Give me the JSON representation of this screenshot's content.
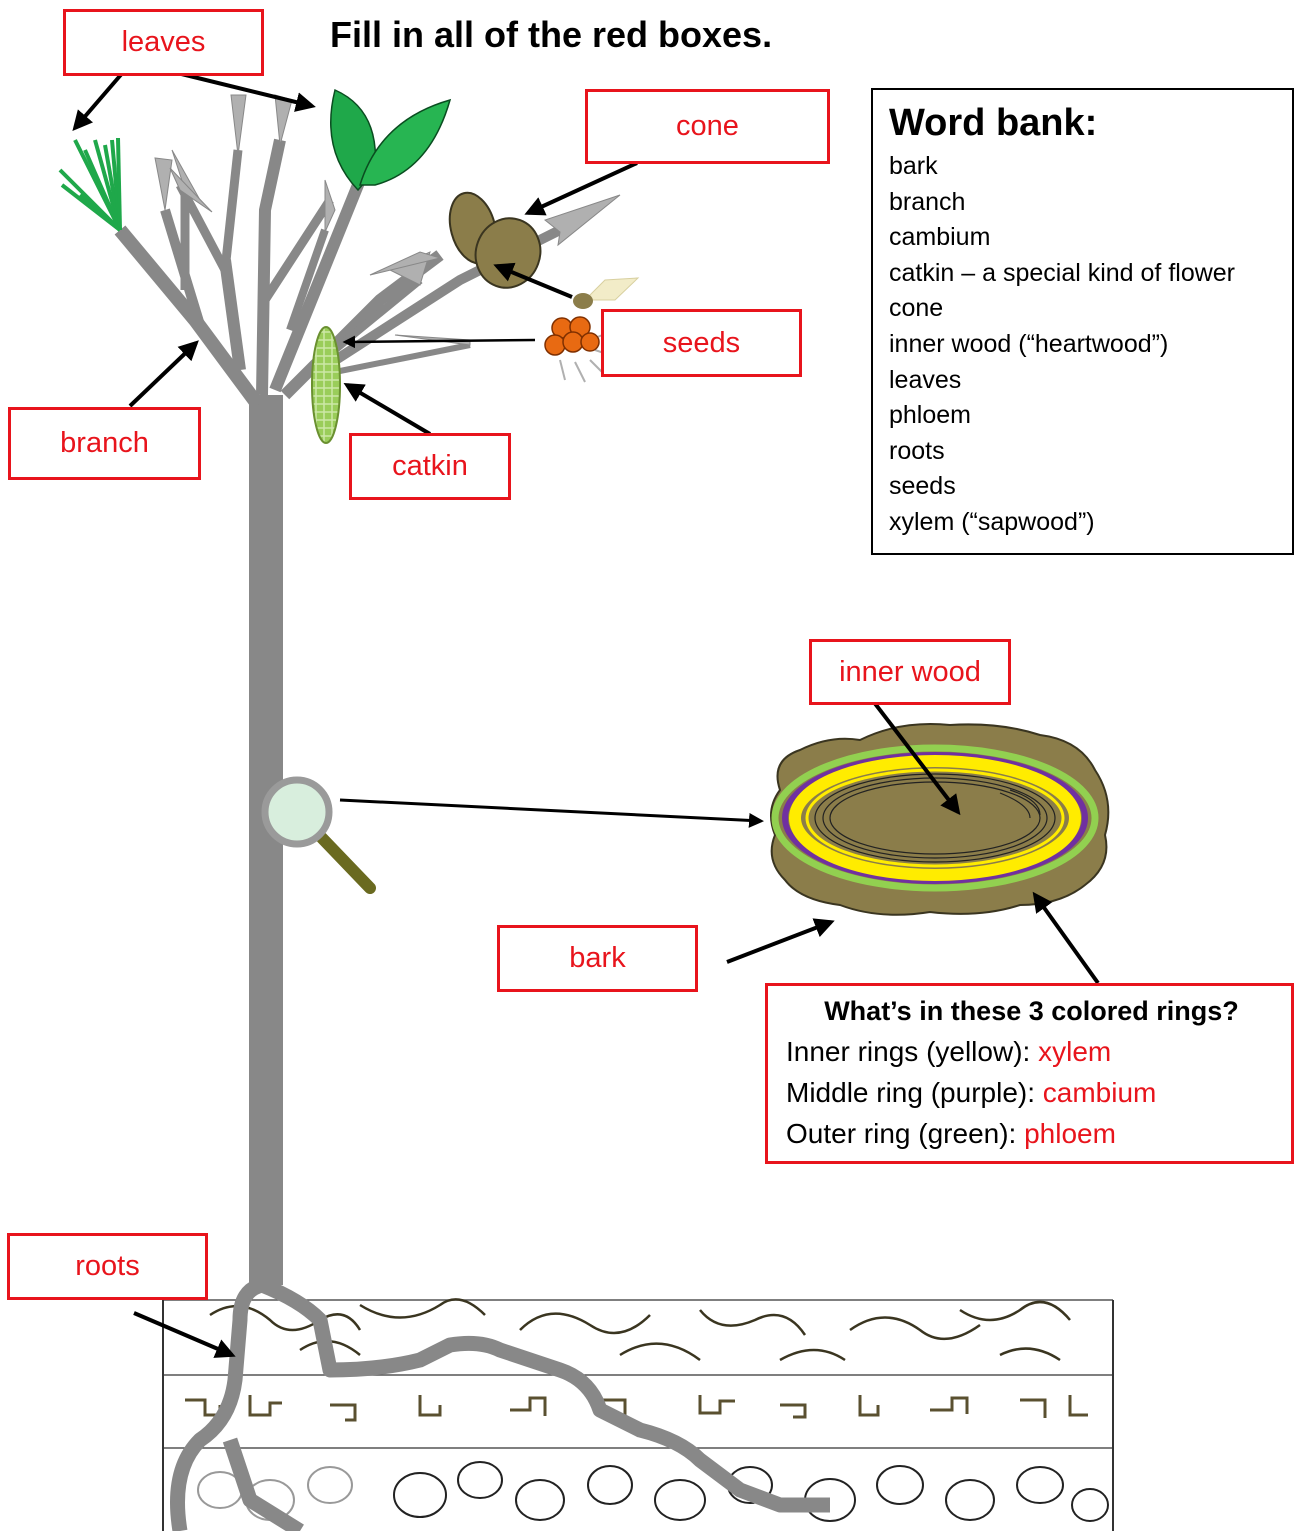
{
  "title": "Fill in all of the red boxes.",
  "labels": {
    "leaves": "leaves",
    "cone": "cone",
    "seeds": "seeds",
    "branch": "branch",
    "catkin": "catkin",
    "inner_wood": "inner wood",
    "bark": "bark",
    "roots": "roots"
  },
  "word_bank": {
    "heading": "Word bank:",
    "words": [
      "bark",
      "branch",
      "cambium",
      "catkin – a special kind of flower",
      "cone",
      "inner wood (“heartwood”)",
      "leaves",
      "phloem",
      "roots",
      "seeds",
      "xylem (“sapwood”)"
    ]
  },
  "rings_box": {
    "question": "What’s in these 3 colored rings?",
    "rows": [
      {
        "prefix": "Inner rings (yellow): ",
        "answer": "xylem"
      },
      {
        "prefix": "Middle ring (purple): ",
        "answer": "cambium"
      },
      {
        "prefix": "Outer ring (green): ",
        "answer": "phloem"
      }
    ]
  },
  "colors": {
    "label_red": "#e8141c",
    "trunk_gray": "#888888",
    "leaf_green": "#1fa84a",
    "cone_olive": "#8b7d4a",
    "seed_orange": "#e86a12",
    "xylem_yellow": "#ffec00",
    "cambium_purple": "#7030a0",
    "phloem_green": "#92d050"
  }
}
